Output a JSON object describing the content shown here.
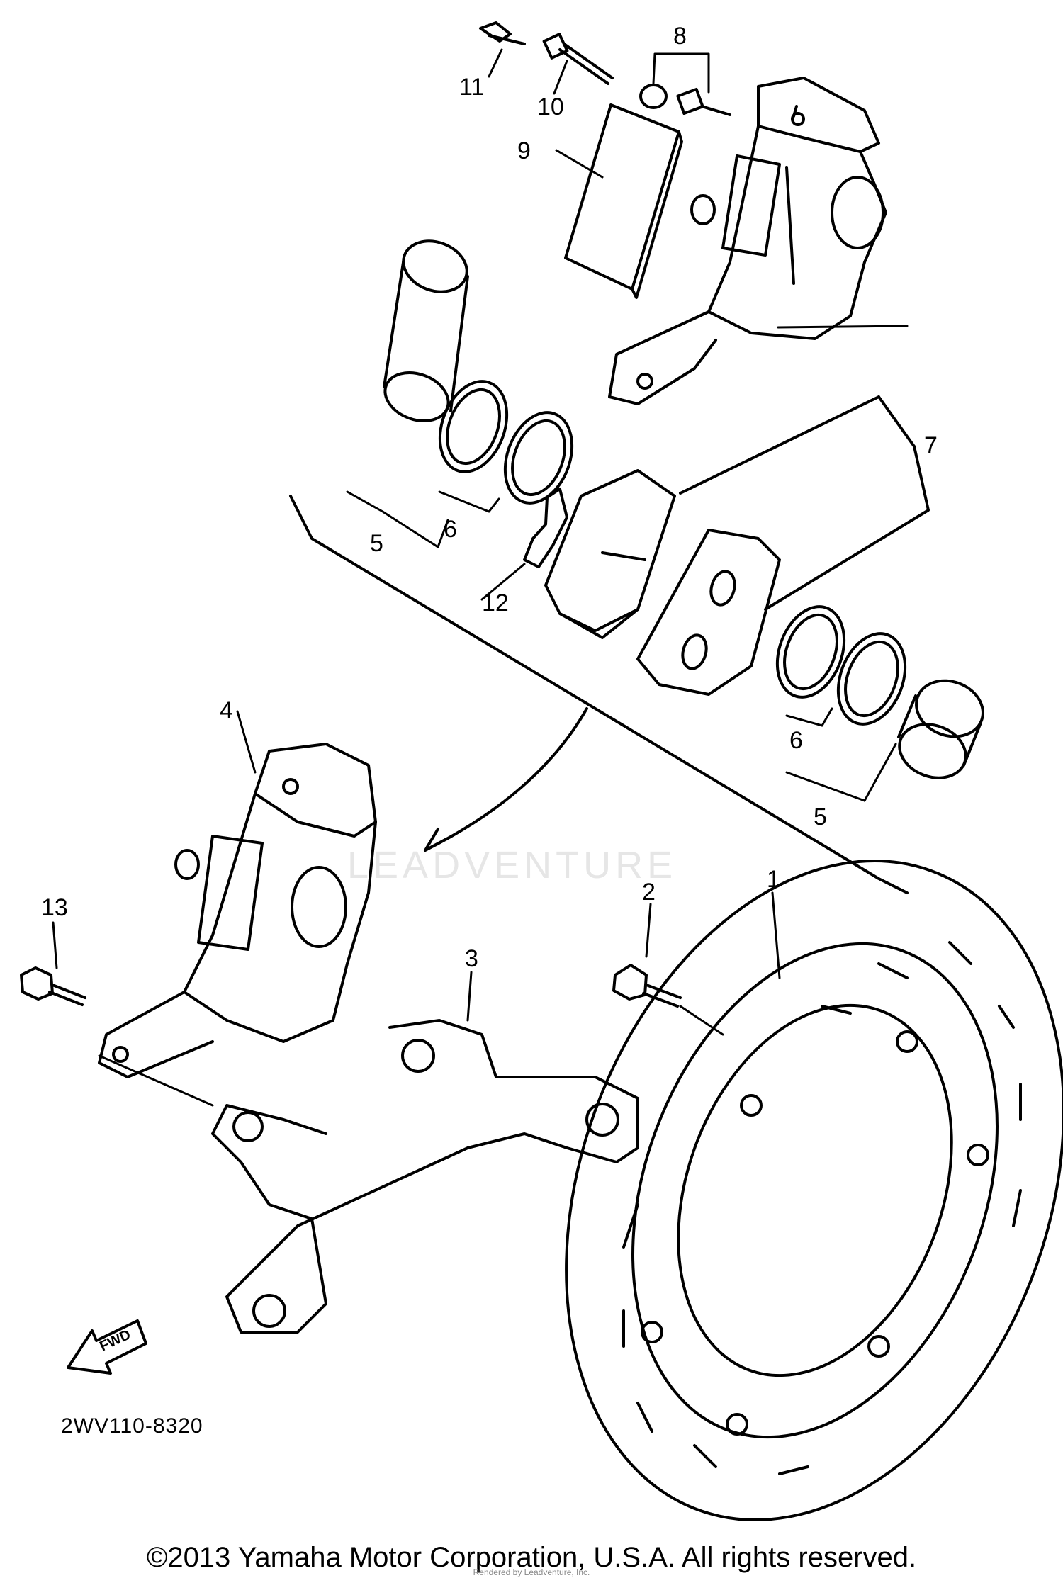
{
  "callouts": {
    "c1": "1",
    "c2": "2",
    "c3": "3",
    "c4": "4",
    "c5a": "5",
    "c5b": "5",
    "c6a": "6",
    "c6b": "6",
    "c7": "7",
    "c8": "8",
    "c9": "9",
    "c10": "10",
    "c11": "11",
    "c12": "12",
    "c13": "13"
  },
  "diagram_code": "2WV110-8320",
  "fwd_label": "FWD",
  "copyright": "©2013 Yamaha Motor Corporation, U.S.A. All rights reserved.",
  "watermark": "LEADVENTURE",
  "footer_credit": "Rendered by Leadventure, Inc."
}
